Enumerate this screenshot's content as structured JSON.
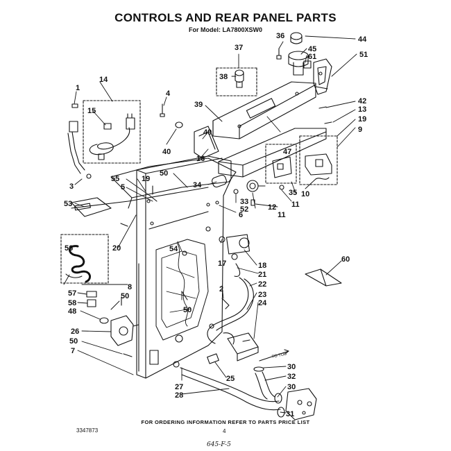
{
  "title": "CONTROLS AND REAR PANEL PARTS",
  "model_line": "For Model: LA7800XSW0",
  "footer_note": "FOR ORDERING INFORMATION REFER TO PARTS PRICE LIST",
  "document_number": "3347873",
  "page_number": "4",
  "handwritten_note": "645-F-5",
  "hose_label": "TO TUB",
  "callouts": [
    "1",
    "2",
    "3",
    "4",
    "5",
    "6",
    "7",
    "8",
    "9",
    "10",
    "11",
    "11",
    "12",
    "13",
    "14",
    "15",
    "16",
    "17",
    "18",
    "19",
    "19",
    "20",
    "21",
    "22",
    "23",
    "24",
    "25",
    "26",
    "27",
    "28",
    "30",
    "30",
    "31",
    "32",
    "33",
    "34",
    "35",
    "36",
    "37",
    "38",
    "39",
    "40",
    "42",
    "44",
    "45",
    "47",
    "48",
    "49",
    "50",
    "50",
    "50",
    "50",
    "51",
    "52",
    "53",
    "54",
    "55",
    "56",
    "57",
    "58",
    "60",
    "61"
  ]
}
